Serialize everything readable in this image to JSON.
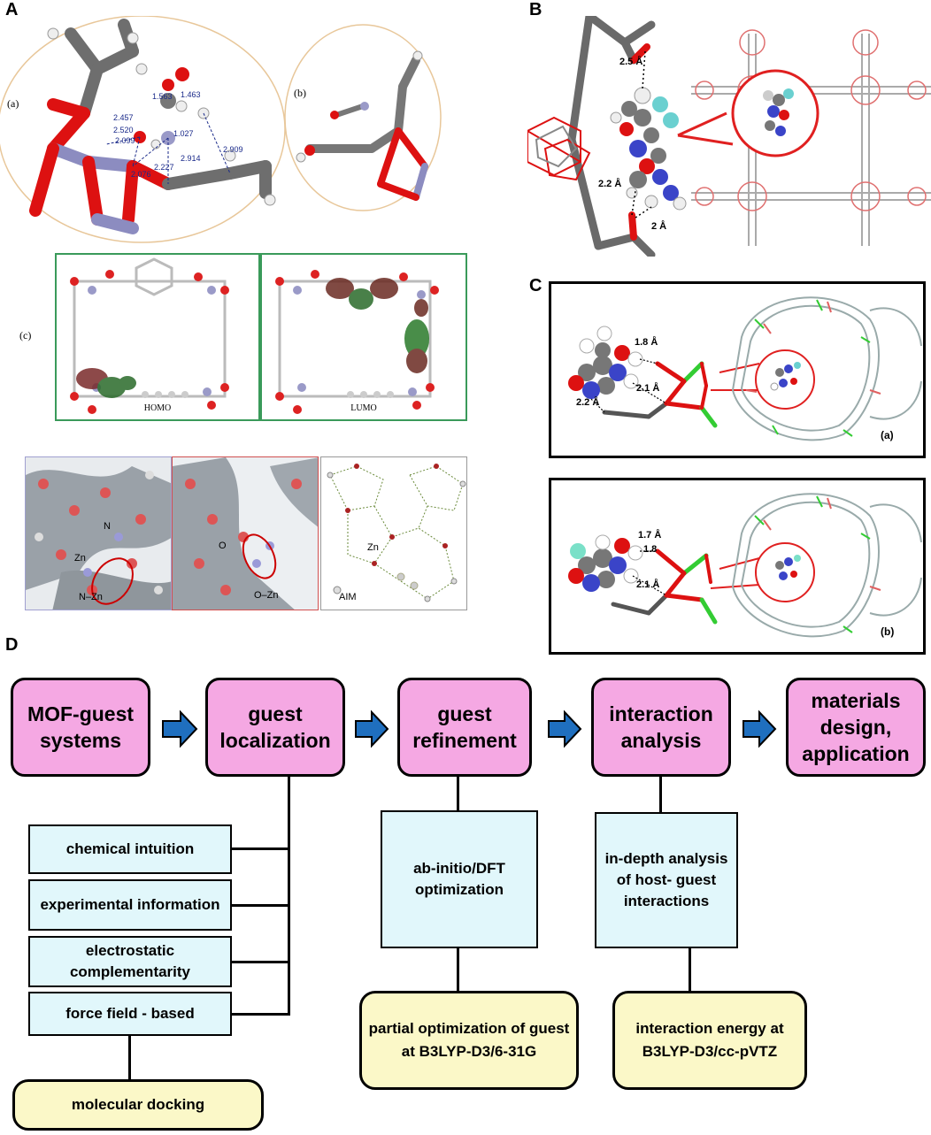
{
  "panels": {
    "a": "A",
    "b": "B",
    "c": "C",
    "d": "D"
  },
  "panel_a": {
    "sub_a": "(a)",
    "sub_b": "(b)",
    "sub_c": "(c)",
    "distances": [
      "2.457",
      "2.520",
      "2.099",
      "1.563",
      "1.463",
      "1.027",
      "2.227",
      "2.914",
      "2.909",
      "2.076"
    ],
    "homo": "HOMO",
    "lumo": "LUMO",
    "aim_labels": {
      "n": "N",
      "zn1": "Zn",
      "nzn": "N–Zn",
      "o": "O",
      "ozn": "O–Zn",
      "zn2": "Zn",
      "aim": "AIM"
    }
  },
  "panel_b": {
    "distances": [
      "2.5 Å",
      "2.2 Å",
      "2 Å"
    ]
  },
  "panel_c": {
    "sub_a": "(a)",
    "sub_b": "(b)",
    "a_distances": [
      "1.8 Å",
      "2.1 Å",
      "2.2 Å"
    ],
    "b_distances": [
      "1.7 Å",
      "1.8",
      "2.1 Å"
    ]
  },
  "workflow": {
    "steps": [
      "MOF-guest systems",
      "guest localization",
      "guest refinement",
      "interaction analysis",
      "materials design, application"
    ],
    "localization_methods": [
      "chemical intuition",
      "experimental information",
      "electrostatic complementarity",
      "force field - based"
    ],
    "docking": "molecular docking",
    "refinement_method": "ab-initio/DFT optimization",
    "refinement_detail": "partial optimization of guest at B3LYP-D3/6-31G",
    "analysis_method": "in-depth analysis of host- guest interactions",
    "analysis_detail": "interaction energy at B3LYP-D3/cc-pVTZ"
  },
  "colors": {
    "step_fill": "#f5a8e3",
    "method_fill": "#e1f7fb",
    "detail_fill": "#fbf8c8",
    "arrow": "#1f6fbf",
    "oxygen": "#e02020",
    "carbon": "#7a7a7a",
    "zinc": "#9a9ac8",
    "hydrogen": "#f0f0f0"
  }
}
